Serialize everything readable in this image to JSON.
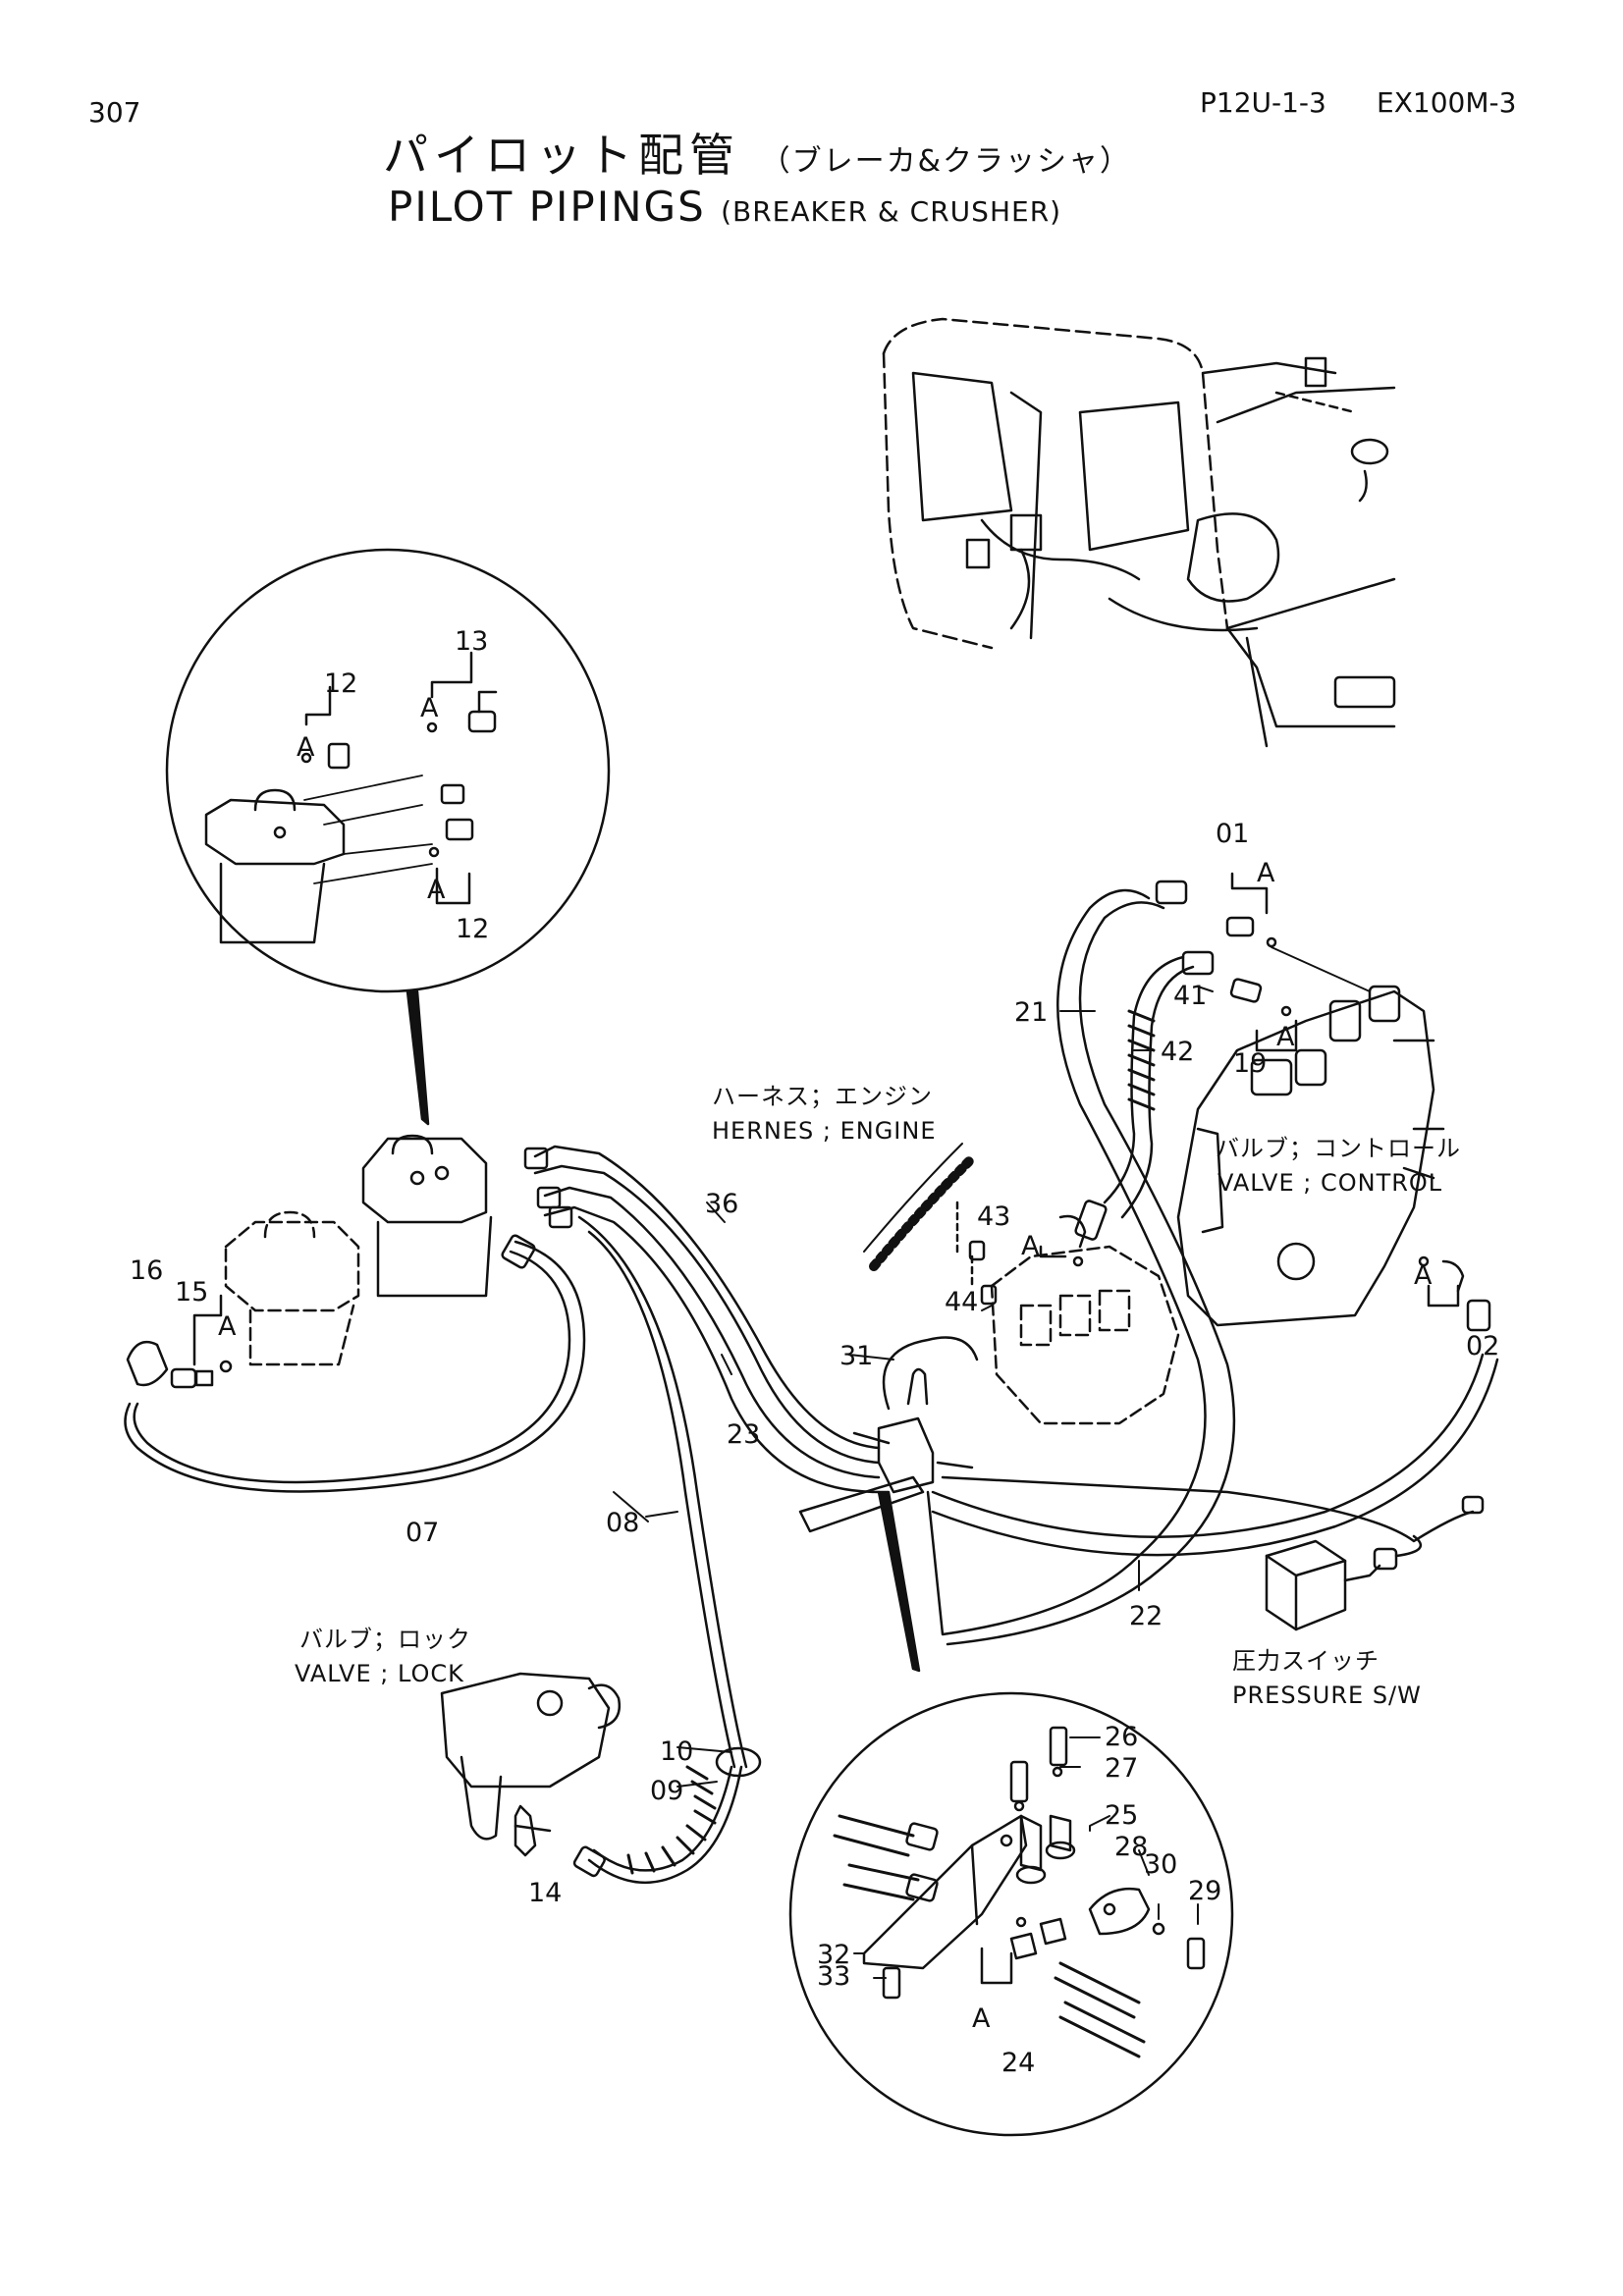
{
  "header": {
    "page_number": "307",
    "code": "P12U-1-3",
    "model": "EX100M-3"
  },
  "title": {
    "jp_main": "パイロット配管",
    "jp_sub": "（ブレーカ&クラッシャ）",
    "en_main": "PILOT PIPINGS",
    "en_sub": "(BREAKER & CRUSHER)"
  },
  "captions": {
    "harness_jp": "ハーネス；エンジン",
    "harness_en": "HERNES ; ENGINE",
    "control_valve_jp": "バルブ；コントロール",
    "control_valve_en": "VALVE ; CONTROL",
    "lock_valve_jp": "バルブ；ロック",
    "lock_valve_en": "VALVE ; LOCK",
    "pressure_switch_jp": "圧力スイッチ",
    "pressure_switch_en": "PRESSURE S/W"
  },
  "parts": {
    "p01": "01",
    "p02": "02",
    "p07": "07",
    "p08": "08",
    "p09": "09",
    "p10": "10",
    "p12a": "12",
    "p12b": "12",
    "p13": "13",
    "p14": "14",
    "p15": "15",
    "p16": "16",
    "p19": "19",
    "p21": "21",
    "p22": "22",
    "p23": "23",
    "p24": "24",
    "p25": "25",
    "p26": "26",
    "p27": "27",
    "p28": "28",
    "p29": "29",
    "p30": "30",
    "p31": "31",
    "p32": "32",
    "p33": "33",
    "p36": "36",
    "p41": "41",
    "p42": "42",
    "p43": "43",
    "p44": "44"
  },
  "ref_marks": {
    "a": "A"
  }
}
